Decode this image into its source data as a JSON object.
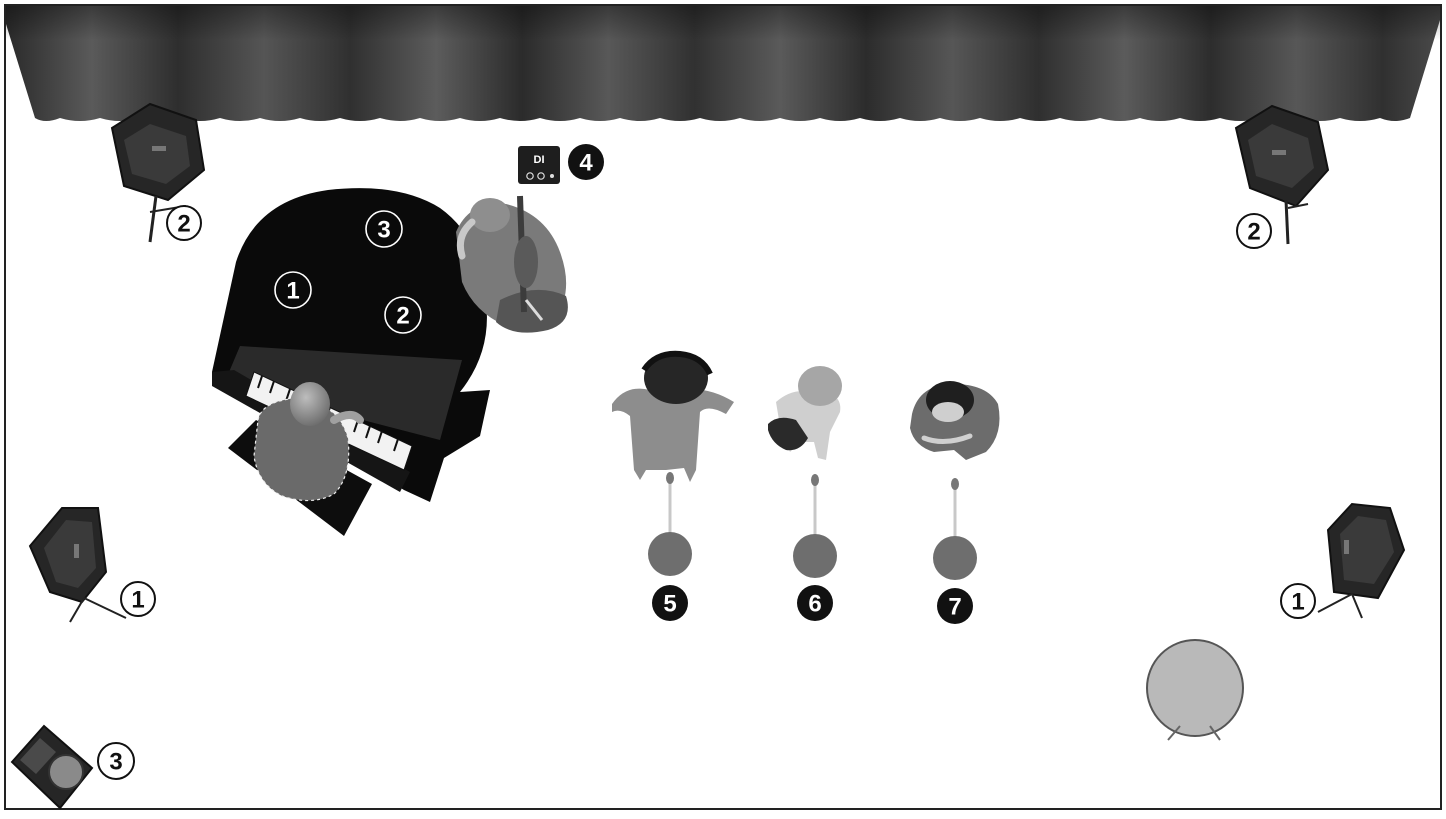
{
  "colors": {
    "curtain": "#3f3f3f",
    "stage_floor": "#ffffff",
    "equipment": "#262626",
    "mic_base": "#6e6e6e",
    "drum": "#b9b9b9"
  },
  "labels": {
    "monitor_upstage_left": "2",
    "monitor_upstage_right": "2",
    "monitor_downstage_left": "1",
    "monitor_downstage_right": "1",
    "amp_floor": "3",
    "di_box": "4",
    "di_text": "DI",
    "piano_mic_1": "1",
    "piano_mic_2": "2",
    "piano_mic_3": "3",
    "vocal_mic_1": "5",
    "vocal_mic_2": "6",
    "vocal_mic_3": "7"
  },
  "icons": {
    "curtain": "stage-curtain-icon",
    "monitor": "speaker-monitor-icon",
    "piano": "grand-piano-icon",
    "mic": "mic-stand-icon",
    "drum": "drum-icon"
  }
}
